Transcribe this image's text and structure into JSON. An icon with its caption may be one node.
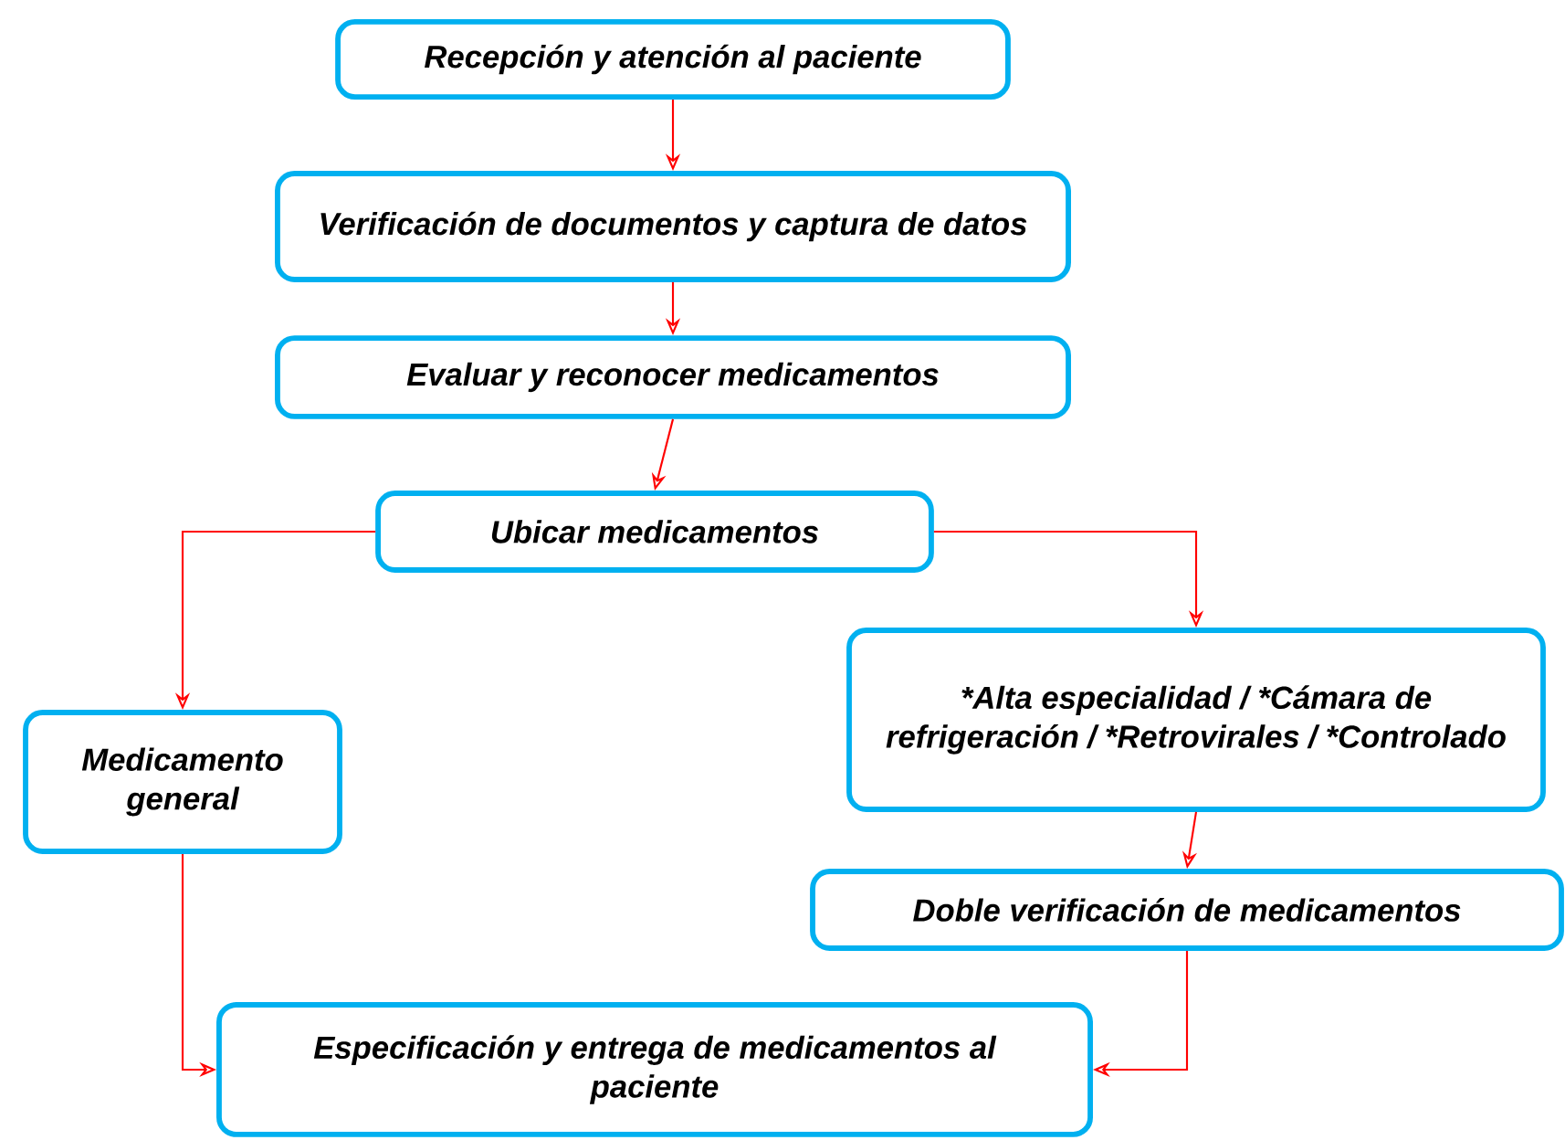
{
  "diagram": {
    "nodes": [
      {
        "text": [
          "Recepción y atención al paciente"
        ]
      },
      {
        "text": [
          "Verificación de documentos y captura de datos"
        ]
      },
      {
        "text": [
          "Evaluar y reconocer medicamentos"
        ]
      },
      {
        "text": [
          "Ubicar medicamentos"
        ]
      },
      {
        "text": [
          "*Alta especialidad / *Cámara de refrigeración / *Retrovirales / *Controlado"
        ]
      },
      {
        "text": [
          "Medicamento general"
        ]
      },
      {
        "text": [
          "Doble verificación de medicamentos"
        ]
      },
      {
        "text": [
          "Especificación y entrega de medicamentos al paciente"
        ]
      }
    ],
    "edges": [
      {
        "from": 0,
        "to": 1,
        "arrow": "to"
      },
      {
        "from": 1,
        "to": 2,
        "arrow": "to"
      },
      {
        "from": 2,
        "to": 3,
        "arrow": "to"
      },
      {
        "from": 3,
        "to": 5,
        "arrow": "to"
      },
      {
        "from": 3,
        "to": 4,
        "arrow": "to"
      },
      {
        "from": 4,
        "to": 6,
        "arrow": "to"
      },
      {
        "from": 5,
        "to": 7,
        "arrow": "to"
      },
      {
        "from": 6,
        "to": 7,
        "arrow": "to"
      }
    ]
  }
}
